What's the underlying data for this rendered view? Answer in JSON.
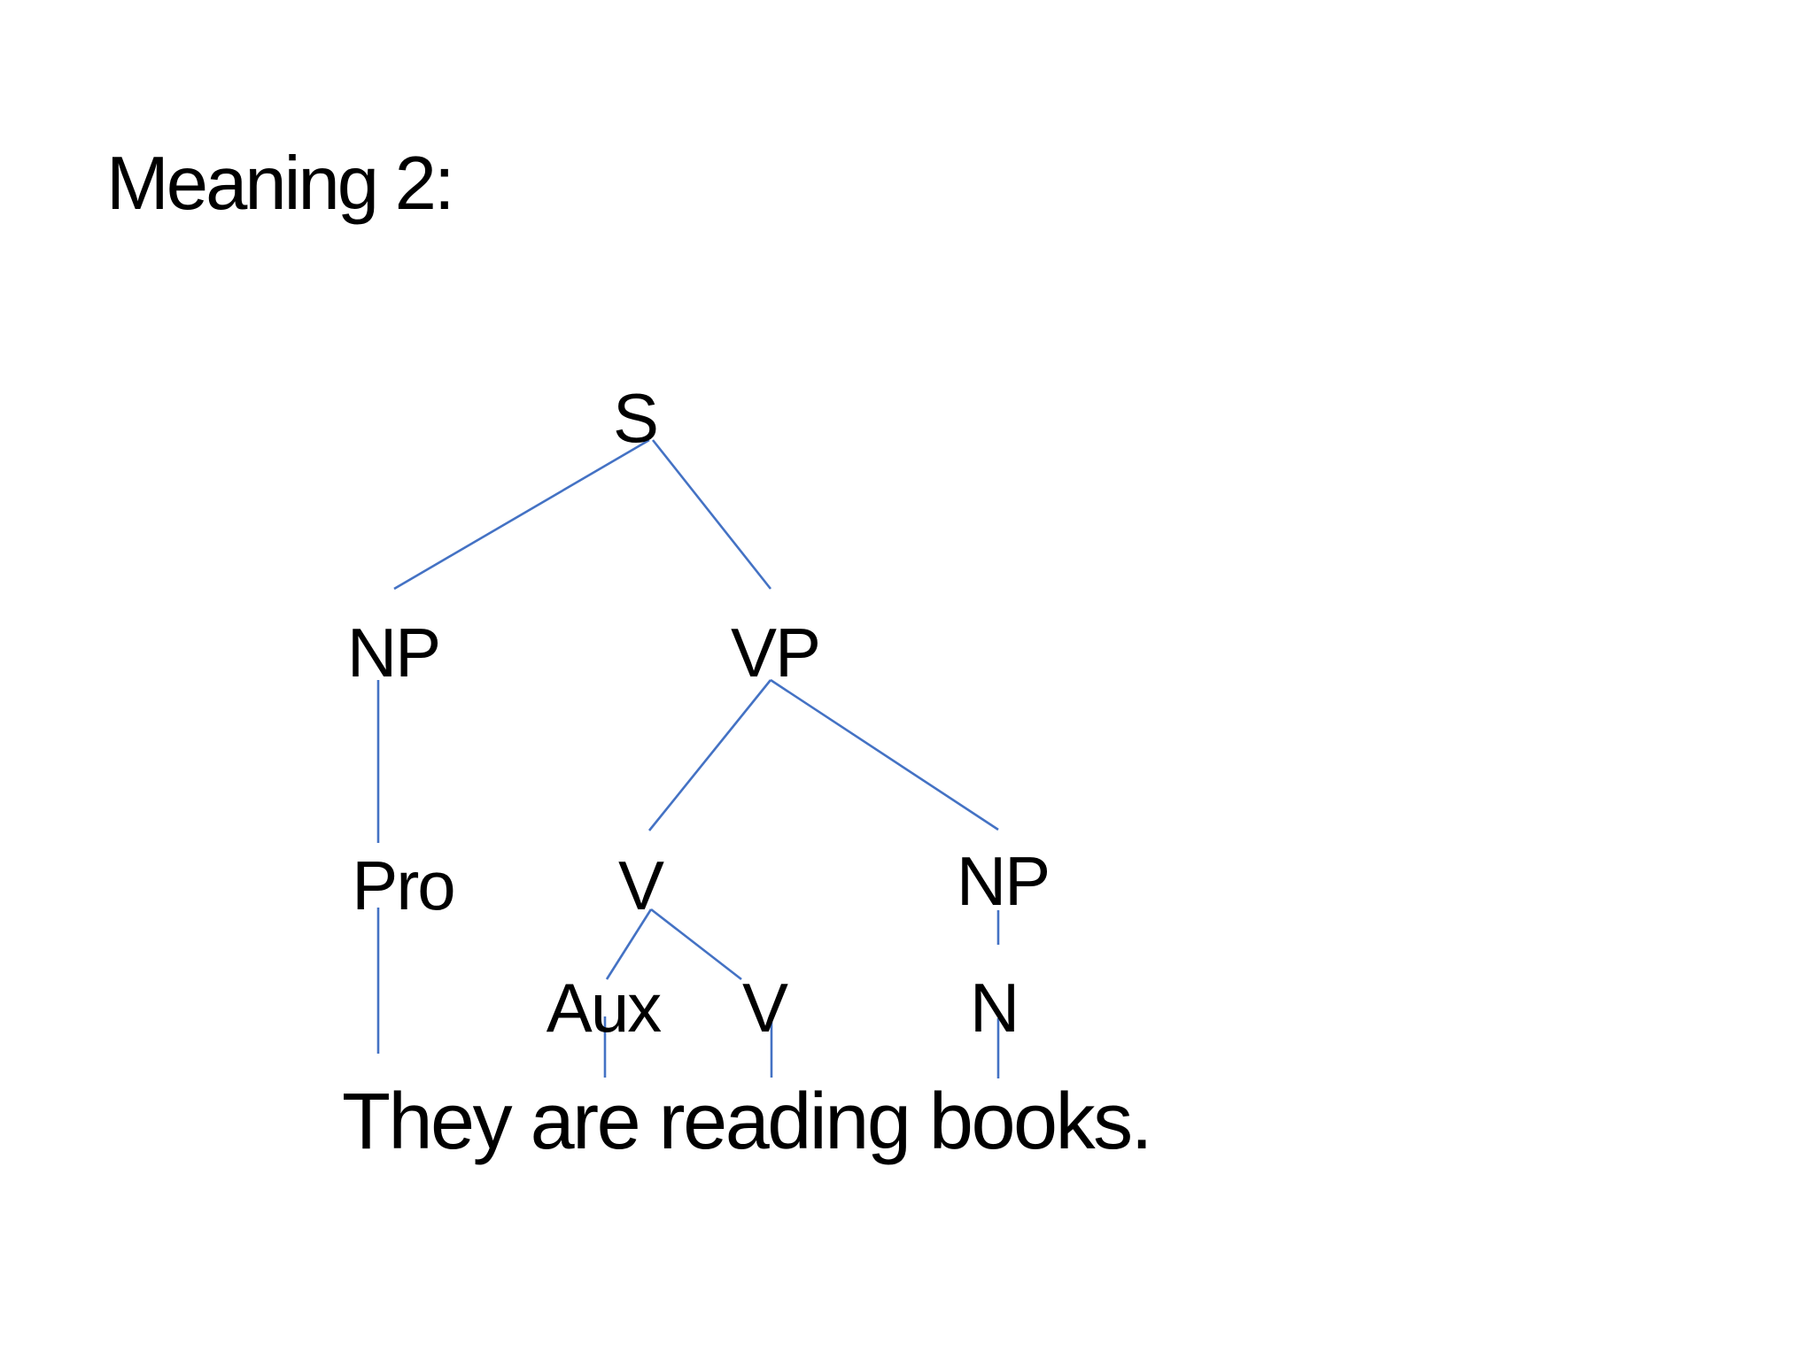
{
  "title": "Meaning 2:",
  "colors": {
    "line": "#4472C4",
    "text": "#000000",
    "background": "#FFFFFF"
  },
  "tree": {
    "nodes": {
      "s": "S",
      "np_subject": "NP",
      "vp": "VP",
      "pro": "Pro",
      "v_head": "V",
      "np_object": "NP",
      "aux": "Aux",
      "v_main": "V",
      "n": "N"
    },
    "edges": [
      {
        "from": "s",
        "to": "np_subject"
      },
      {
        "from": "s",
        "to": "vp"
      },
      {
        "from": "np_subject",
        "to": "pro"
      },
      {
        "from": "vp",
        "to": "v_head"
      },
      {
        "from": "vp",
        "to": "np_object"
      },
      {
        "from": "v_head",
        "to": "aux"
      },
      {
        "from": "v_head",
        "to": "v_main"
      },
      {
        "from": "np_object",
        "to": "n"
      },
      {
        "from": "pro",
        "to": "They"
      },
      {
        "from": "aux",
        "to": "are"
      },
      {
        "from": "v_main",
        "to": "reading"
      },
      {
        "from": "n",
        "to": "books."
      }
    ],
    "sentence": "They are reading books."
  }
}
